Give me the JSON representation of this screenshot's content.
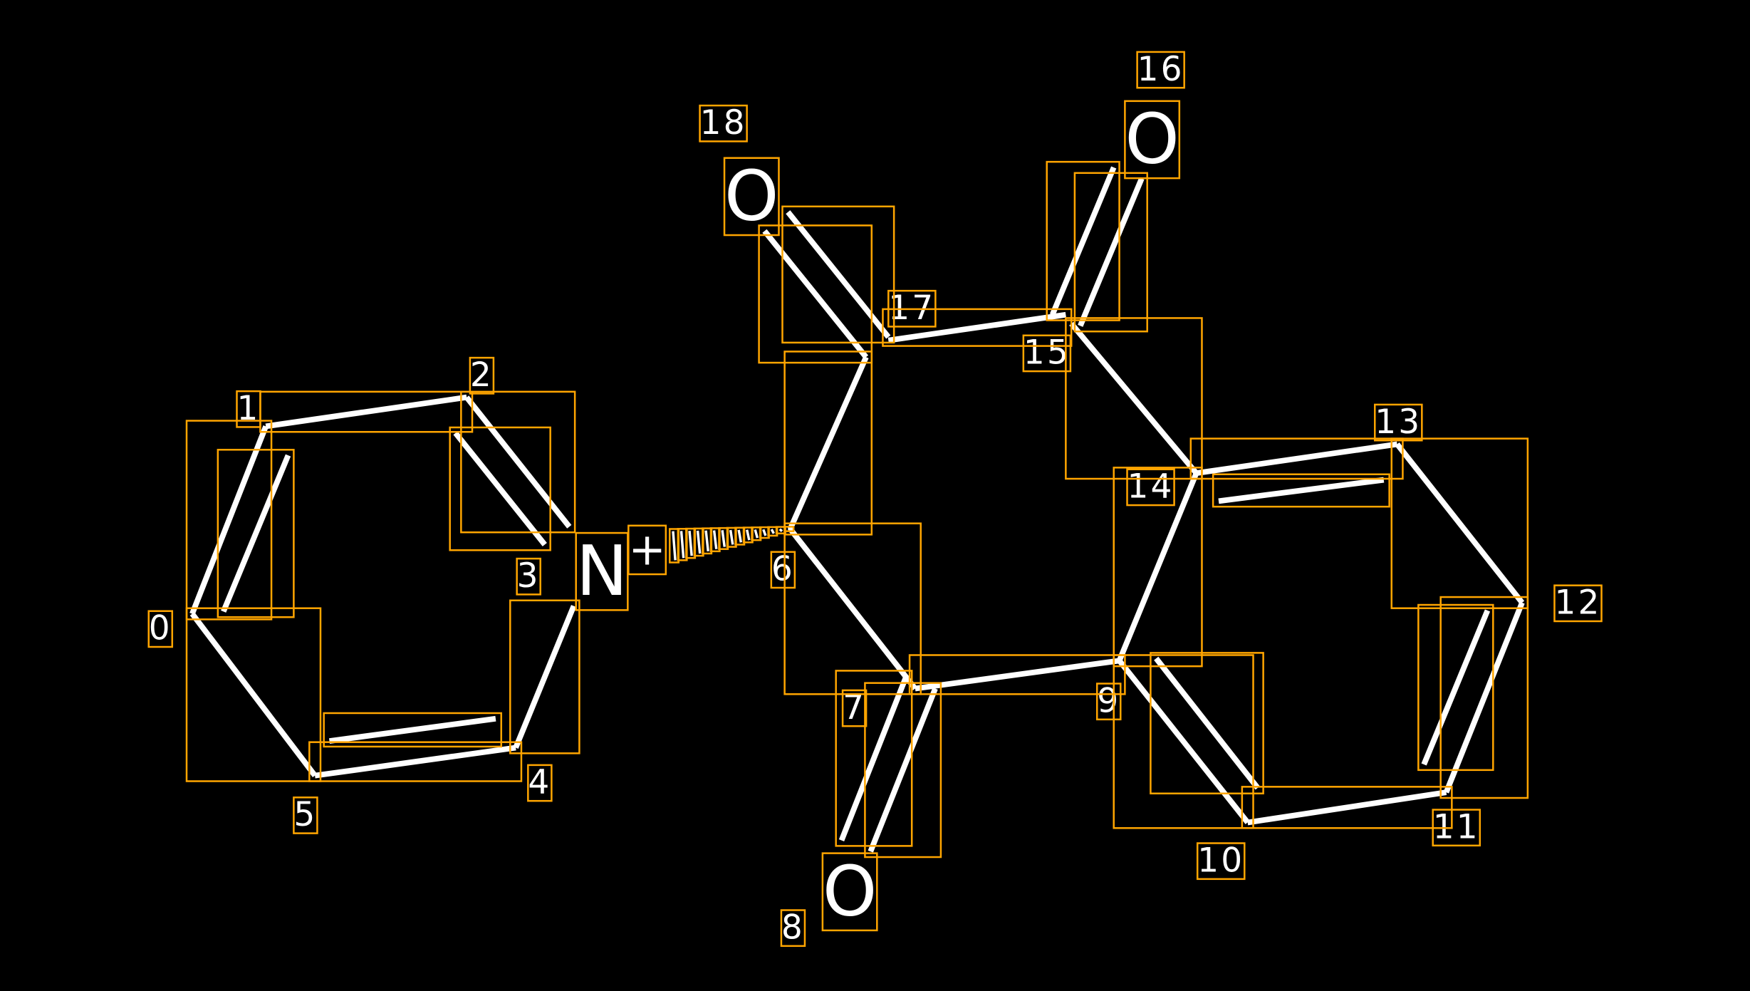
{
  "diagram": {
    "type": "molecule",
    "box_color": "#FFA500",
    "bond_color": "#FFFFFF",
    "background": "#000000",
    "atom_indices": [
      "0",
      "1",
      "2",
      "3",
      "4",
      "5",
      "6",
      "7",
      "8",
      "9",
      "10",
      "11",
      "12",
      "13",
      "14",
      "15",
      "16",
      "17",
      "18"
    ],
    "element_labels": [
      {
        "atom": "3",
        "symbol": "N",
        "charge": "+"
      },
      {
        "atom": "8",
        "symbol": "O"
      },
      {
        "atom": "16",
        "symbol": "O"
      },
      {
        "atom": "18",
        "symbol": "O"
      }
    ],
    "bonds": [
      {
        "from": "0",
        "to": "1",
        "order": 2
      },
      {
        "from": "1",
        "to": "2",
        "order": 1
      },
      {
        "from": "2",
        "to": "3",
        "order": 2
      },
      {
        "from": "3",
        "to": "4",
        "order": 1
      },
      {
        "from": "4",
        "to": "5",
        "order": 2
      },
      {
        "from": "5",
        "to": "0",
        "order": 1
      },
      {
        "from": "3",
        "to": "6",
        "order": 1,
        "style": "hashed-wedge"
      },
      {
        "from": "6",
        "to": "7",
        "order": 1
      },
      {
        "from": "7",
        "to": "8",
        "order": 2
      },
      {
        "from": "7",
        "to": "9",
        "order": 1
      },
      {
        "from": "9",
        "to": "10",
        "order": 2
      },
      {
        "from": "10",
        "to": "11",
        "order": 1
      },
      {
        "from": "11",
        "to": "12",
        "order": 2
      },
      {
        "from": "12",
        "to": "13",
        "order": 1
      },
      {
        "from": "13",
        "to": "14",
        "order": 2
      },
      {
        "from": "14",
        "to": "9",
        "order": 1
      },
      {
        "from": "14",
        "to": "15",
        "order": 1
      },
      {
        "from": "15",
        "to": "16",
        "order": 2
      },
      {
        "from": "15",
        "to": "17",
        "order": 1
      },
      {
        "from": "17",
        "to": "18",
        "order": 2
      },
      {
        "from": "17",
        "to": "6",
        "order": 1
      }
    ]
  }
}
